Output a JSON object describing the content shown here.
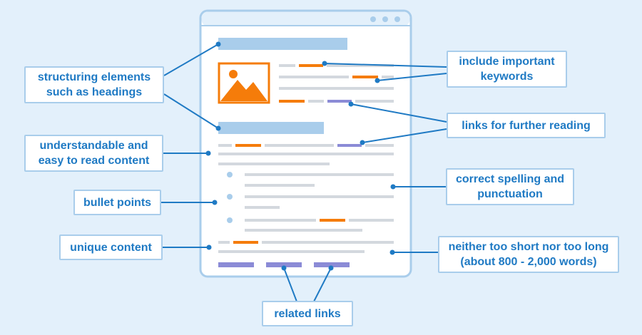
{
  "colors": {
    "background": "#e3f0fb",
    "accent_blue": "#1f7ac4",
    "box_border": "#a9cdeb",
    "heading_bar": "#a9cdeb",
    "text_line": "#d3d8de",
    "keyword": "#f57c0a",
    "link": "#8b8bd6",
    "bullet": "#a9cdeb"
  },
  "labels": {
    "structuring": [
      "structuring elements",
      "such as headings"
    ],
    "understandable": [
      "understandable and",
      "easy to read content"
    ],
    "bullets": [
      "bullet points"
    ],
    "unique": [
      "unique content"
    ],
    "keywords": [
      "include important",
      "keywords"
    ],
    "further_reading": [
      "links for further reading"
    ],
    "spelling": [
      "correct spelling and",
      "punctuation"
    ],
    "length": [
      "neither too short nor too long",
      "(about 800 - 2,000 words)"
    ],
    "related": [
      "related links"
    ]
  },
  "icons": [
    "window-dot-icon",
    "image-placeholder-icon"
  ]
}
